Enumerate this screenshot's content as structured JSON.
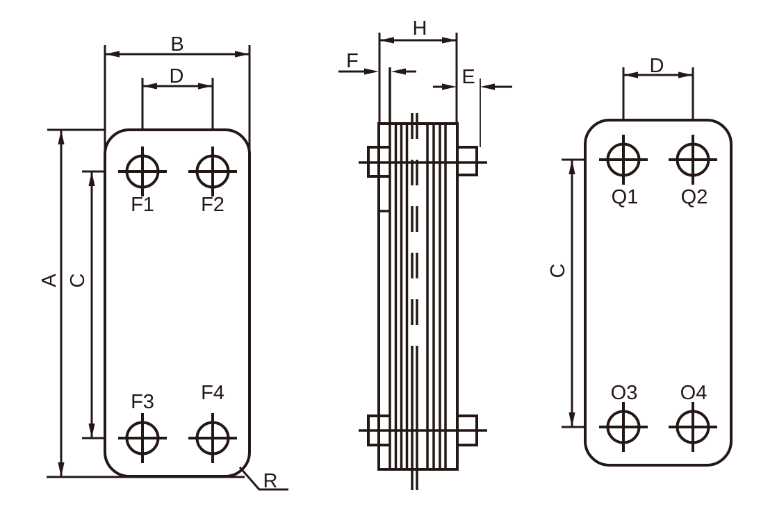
{
  "colors": {
    "ink": "#231815",
    "background": "#ffffff"
  },
  "front_view": {
    "dims": {
      "a": "A",
      "b": "B",
      "c": "C",
      "d": "D",
      "r": "R"
    },
    "ports": [
      {
        "id": "F1"
      },
      {
        "id": "F2"
      },
      {
        "id": "F3"
      },
      {
        "id": "F4"
      }
    ]
  },
  "side_view": {
    "dims": {
      "h": "H",
      "f": "F",
      "e": "E"
    }
  },
  "back_view": {
    "dims": {
      "c": "C",
      "d": "D"
    },
    "ports": [
      {
        "id": "Q1"
      },
      {
        "id": "Q2"
      },
      {
        "id": "O3"
      },
      {
        "id": "O4"
      }
    ]
  }
}
